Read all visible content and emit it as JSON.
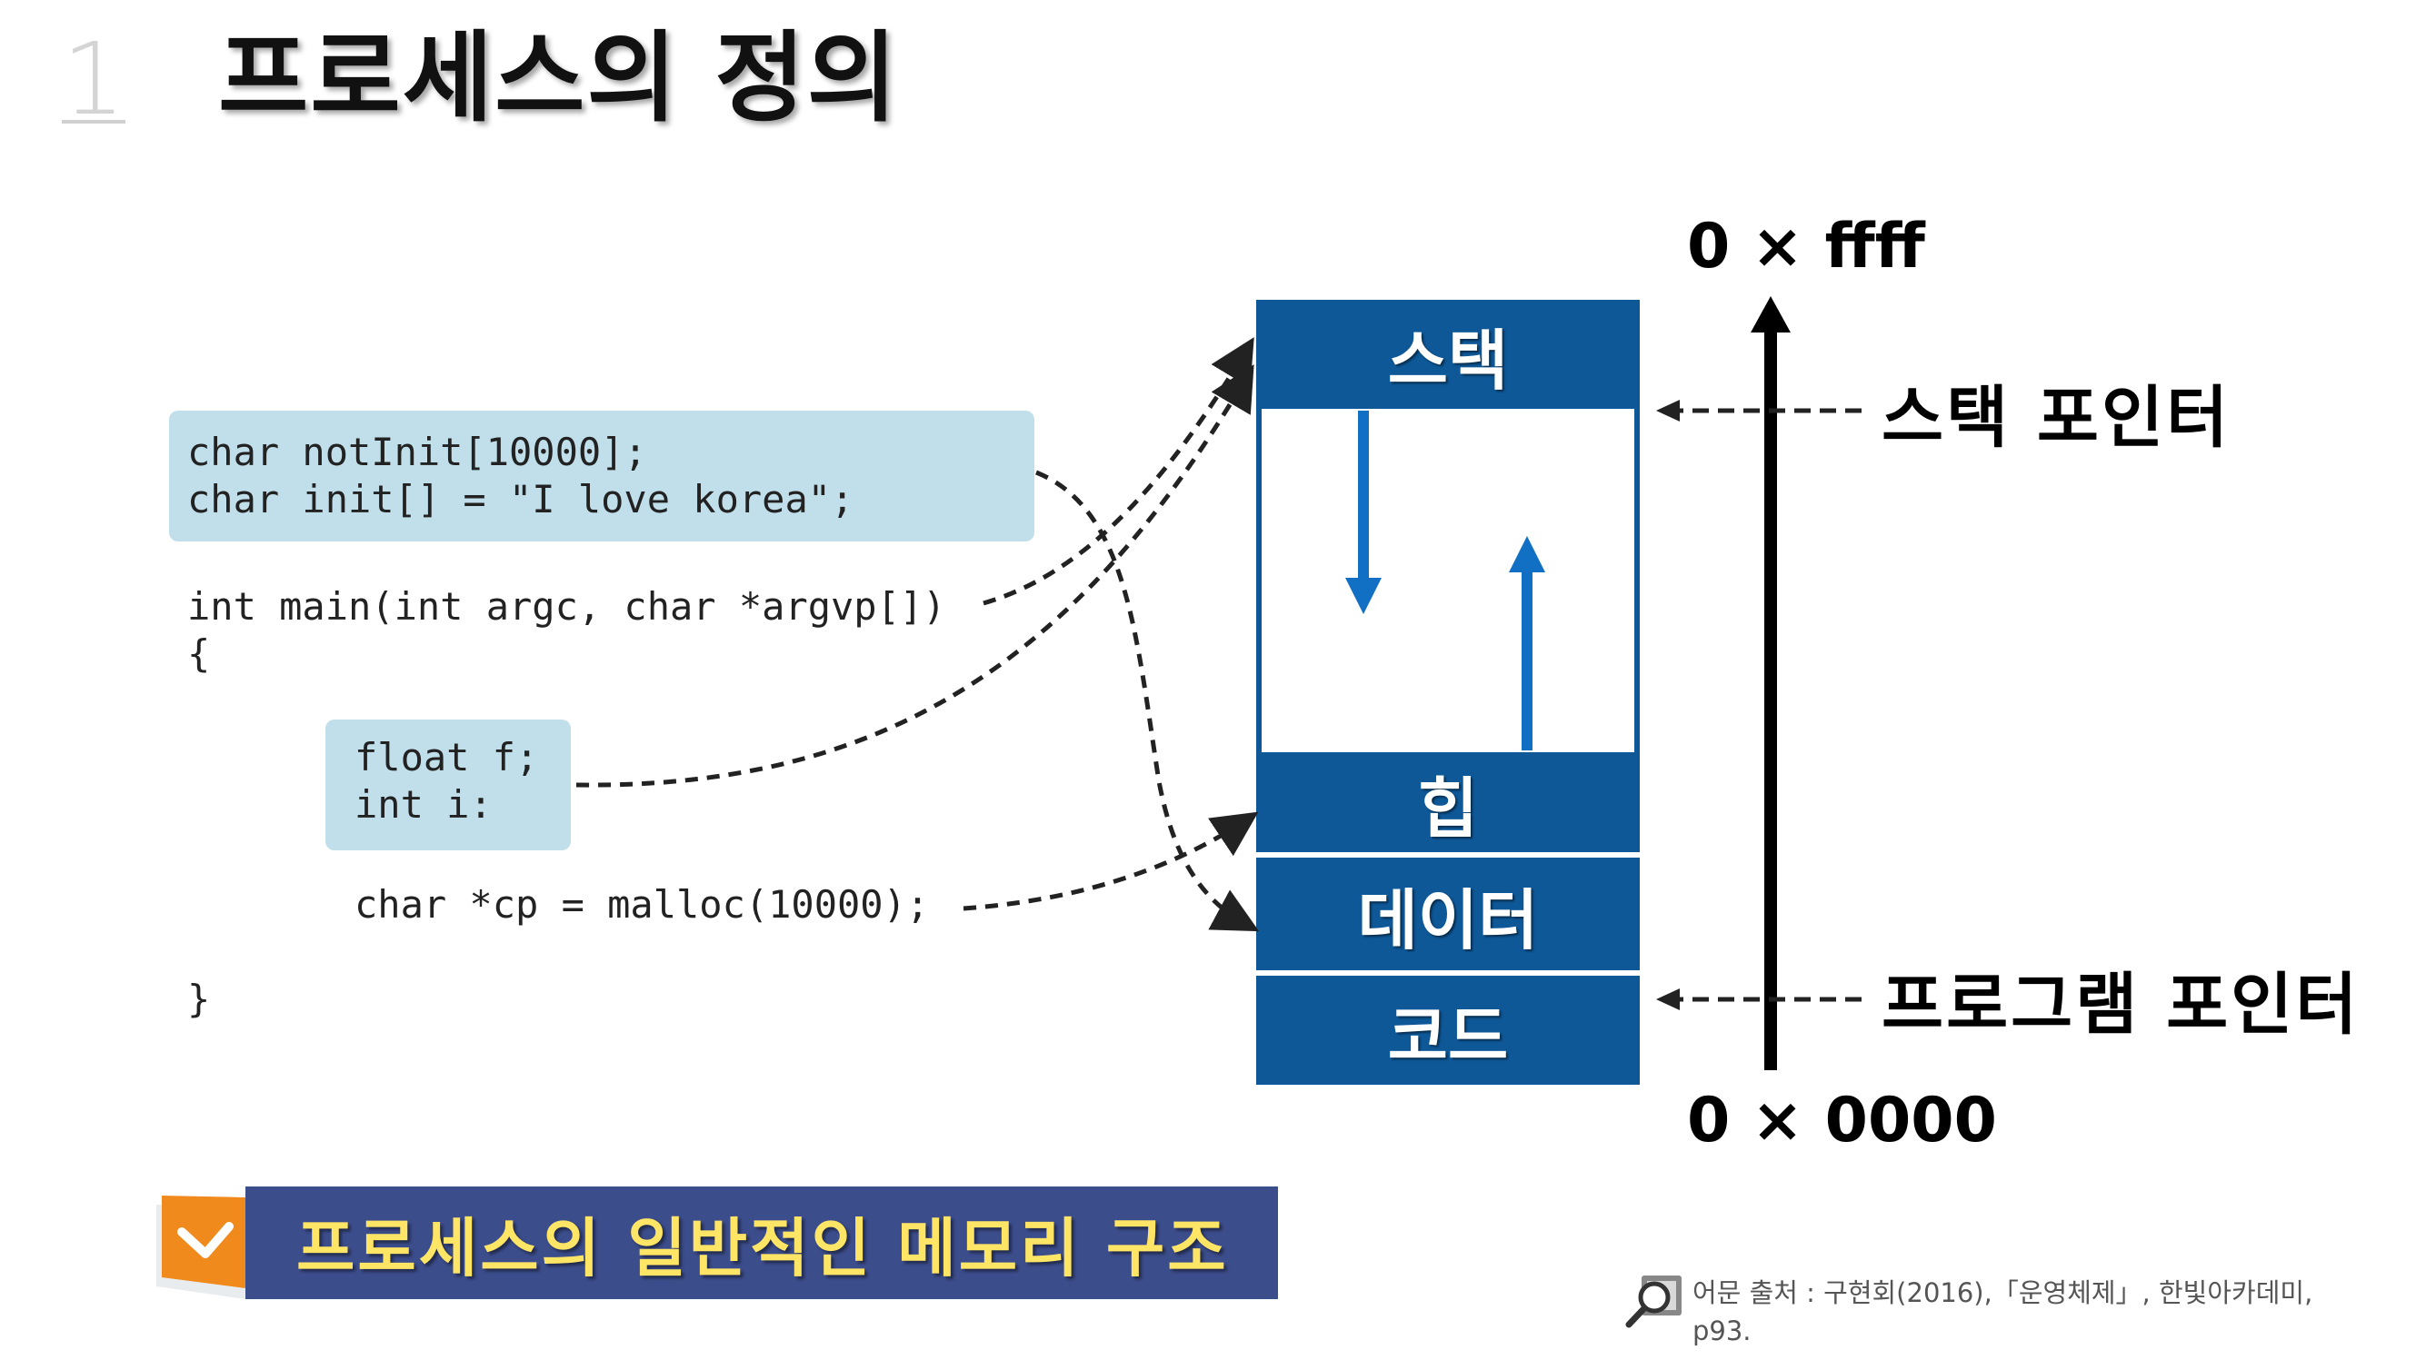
{
  "header": {
    "slide_number": "1",
    "title": "프로세스의 정의"
  },
  "code": {
    "global_box": [
      "char notInit[10000];",
      "char init[] = \"I love korea\";"
    ],
    "main_lines": [
      "int main(int argc, char *argvp[])",
      "{"
    ],
    "local_box": [
      "float f;",
      "int i:"
    ],
    "malloc_line": "char *cp = malloc(10000);",
    "close_brace": "}"
  },
  "memory": {
    "stack": "스택",
    "heap": "힙",
    "data": "데이터",
    "code": "코드",
    "top_address": "0 × ffff",
    "bottom_address": "0 × 0000",
    "stack_pointer": "스택 포인터",
    "program_pointer": "프로그램 포인터"
  },
  "caption": {
    "text": "프로세스의 일반적인 메모리 구조"
  },
  "source": {
    "line1": "어문 출처 : 구현회(2016),「운영체제」, 한빛아카데미,",
    "line2": "p93."
  },
  "colors": {
    "memory_block": "#0e5898",
    "code_box": "#c1dfea",
    "caption_bar": "#3c4d8c",
    "caption_text": "#ffe566",
    "arrow_blue": "#1170c4"
  },
  "icons": {
    "check_badge": "check-icon",
    "source": "magnifier-book-icon"
  }
}
